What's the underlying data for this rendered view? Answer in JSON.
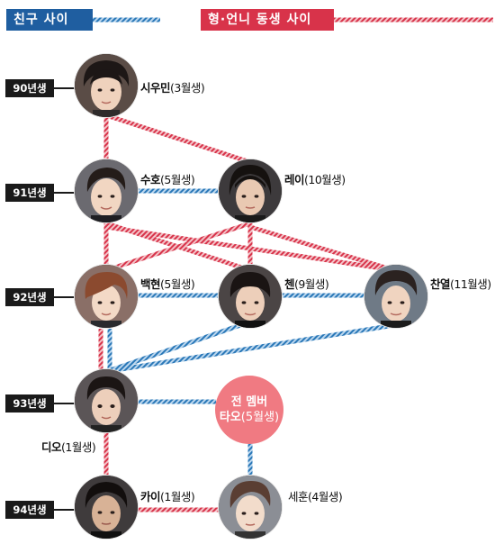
{
  "legend": {
    "friend": "친구 사이",
    "senior": "형·언니 동생 사이",
    "friend_color": "#1f5ea0",
    "senior_color": "#d8334a"
  },
  "years": [
    "90년생",
    "91년생",
    "92년생",
    "93년생",
    "94년생"
  ],
  "members": {
    "xiumin": {
      "name": "시우민",
      "month": "(3월생)"
    },
    "suho": {
      "name": "수호",
      "month": "(5월생)"
    },
    "lay": {
      "name": "레이",
      "month": "(10월생)"
    },
    "baekhyun": {
      "name": "백현",
      "month": "(5월생)"
    },
    "chen": {
      "name": "첸",
      "month": "(9월생)"
    },
    "chanyeol": {
      "name": "찬열",
      "month": "(11월생)"
    },
    "do": {
      "name": "디오",
      "month": "(1월생)"
    },
    "kai": {
      "name": "카이",
      "month": "(1월생)"
    },
    "sehun": {
      "name": "세훈",
      "month": "(4월생)"
    }
  },
  "former": {
    "line1": "전 멤버",
    "name": "타오",
    "month": "(5월생)"
  }
}
